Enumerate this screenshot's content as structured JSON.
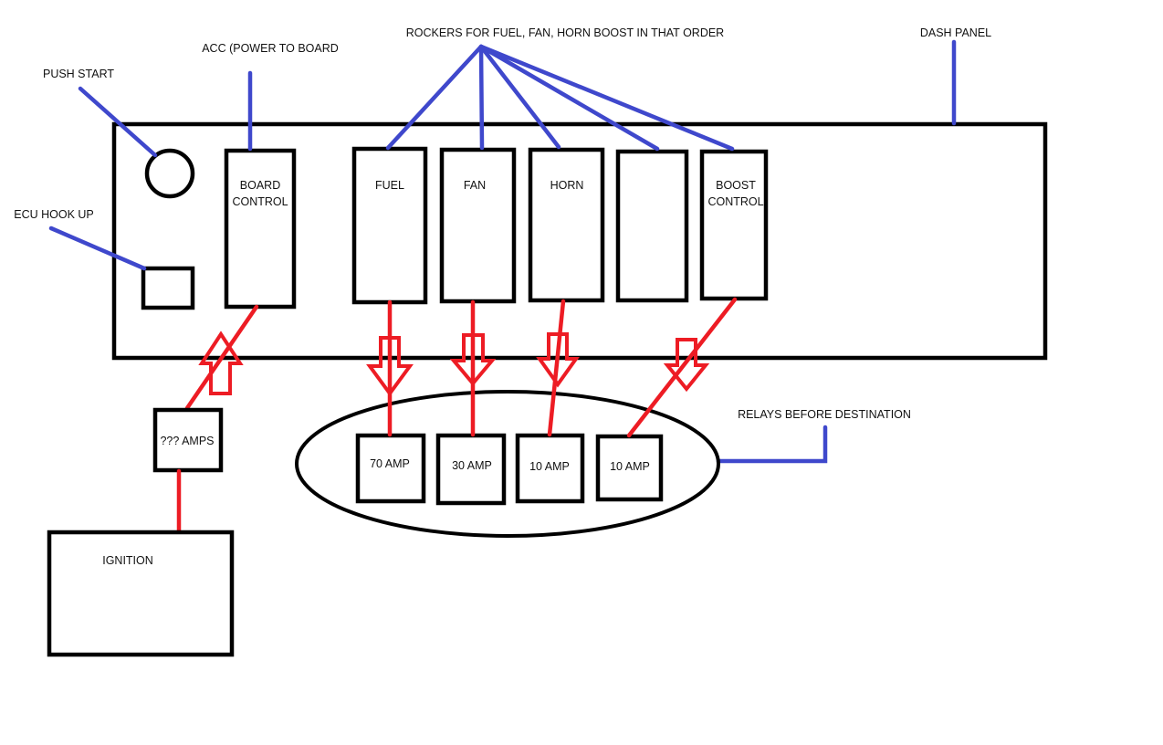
{
  "colors": {
    "outline": "#000000",
    "annotation": "#3f48cc",
    "wire": "#ed1c24",
    "background": "#ffffff"
  },
  "annotations": {
    "rockers": "ROCKERS FOR FUEL, FAN, HORN BOOST IN THAT ORDER",
    "dash_panel": "DASH PANEL",
    "acc": "ACC (POWER TO BOARD",
    "push_start": "PUSH START",
    "ecu": "ECU HOOK UP",
    "relays": "RELAYS BEFORE DESTINATION"
  },
  "panel": {
    "board_control": [
      "BOARD",
      "CONTROL"
    ],
    "switches": [
      {
        "lines": [
          "FUEL"
        ]
      },
      {
        "lines": [
          "FAN"
        ]
      },
      {
        "lines": [
          "HORN"
        ]
      },
      {
        "lines": []
      },
      {
        "lines": [
          "BOOST",
          "CONTROL"
        ]
      }
    ]
  },
  "relays": [
    {
      "label": "70 AMP"
    },
    {
      "label": "30 AMP"
    },
    {
      "label": "10 AMP"
    },
    {
      "label": "10 AMP"
    }
  ],
  "fuse": {
    "label": "??? AMPS"
  },
  "ignition": {
    "label": "IGNITION"
  }
}
